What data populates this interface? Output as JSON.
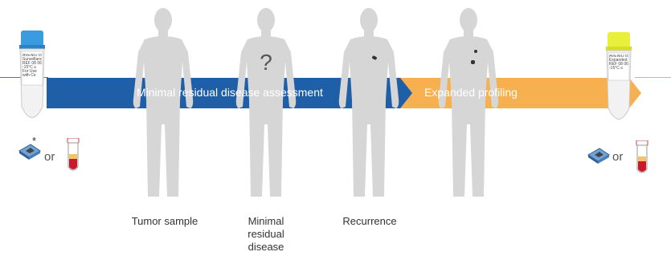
{
  "timeline": {
    "segment_left_label": "Minimal residual disease assessment",
    "segment_right_label": "Expanded profiling"
  },
  "figures": [
    {
      "label": "",
      "marker": ""
    },
    {
      "label": "Tumor sample",
      "marker": ""
    },
    {
      "label": "Minimal\nresidual\ndisease",
      "marker": "?"
    },
    {
      "label": "Recurrence",
      "marker": ""
    },
    {
      "label": "",
      "marker": ""
    }
  ],
  "left_kit": {
    "tube_label": "AVENIO ctD\nSurveillanc\nREF 08 061\n-15°C ≤\nFor Use\nwith Ce",
    "asterisk": "*",
    "or_text": "or"
  },
  "right_kit": {
    "tube_label": "AVENIO ctD\nExpanded K\nREF 08 061\n-15°C ≤",
    "or_text": "or"
  },
  "colors": {
    "blue_bar": "#1f5fa8",
    "orange_bar": "#f7b04f",
    "figure": "#d6d6d6",
    "blue_cap": "#3b9be0",
    "yellow_cap": "#e9ef3a"
  }
}
